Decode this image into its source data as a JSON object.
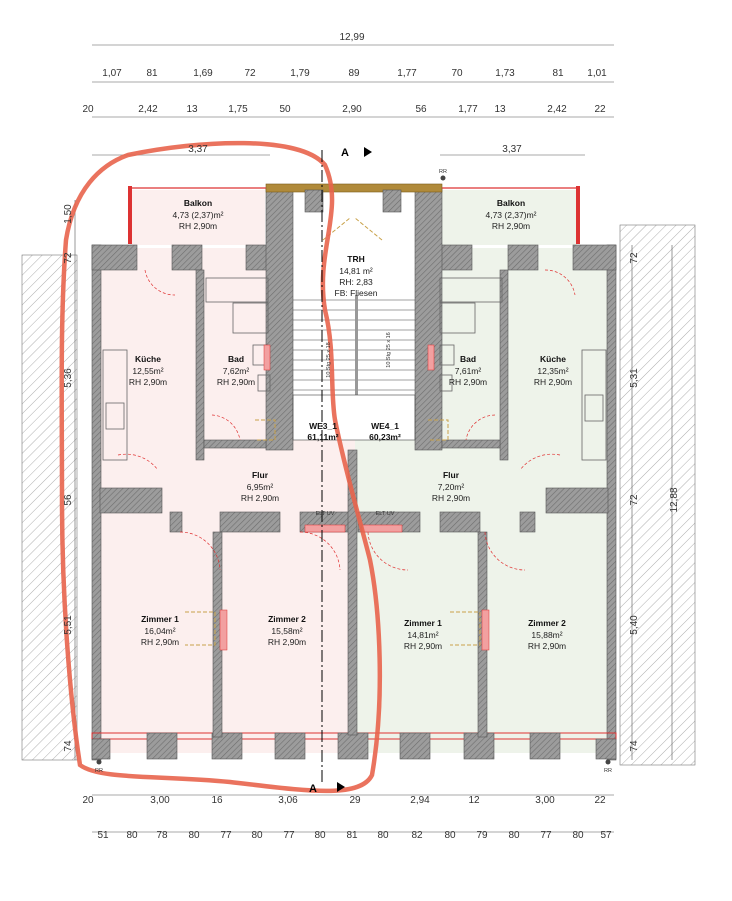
{
  "dimensions": {
    "total_width": "12,99",
    "row1": [
      "1,07",
      "81",
      "1,69",
      "72",
      "1,79",
      "89",
      "1,77",
      "70",
      "1,73",
      "81",
      "1,01"
    ],
    "row2": [
      "20",
      "2,42",
      "13",
      "1,75",
      "50",
      "2,90",
      "56",
      "1,77",
      "13",
      "2,42",
      "22"
    ],
    "balcony_left": "3,37",
    "balcony_right": "3,37",
    "bottom_row1": [
      "20",
      "3,00",
      "16",
      "3,06",
      "29",
      "2,94",
      "12",
      "3,00",
      "22"
    ],
    "bottom_row2": [
      "51",
      "80",
      "78",
      "80",
      "77",
      "80",
      "77",
      "80",
      "81",
      "80",
      "82",
      "80",
      "79",
      "80",
      "77",
      "80",
      "57"
    ],
    "left_vertical": [
      "1,50",
      "72",
      "5,36",
      "56",
      "5,51",
      "74"
    ],
    "right_vertical": [
      "72",
      "5,31",
      "72",
      "5,40",
      "74"
    ],
    "right_total": "12,88"
  },
  "rooms_left": {
    "balkon": {
      "name": "Balkon",
      "area": "4,73 (2,37)m²",
      "rh": "RH 2,90m"
    },
    "kueche": {
      "name": "Küche",
      "area": "12,55m²",
      "rh": "RH 2,90m"
    },
    "bad": {
      "name": "Bad",
      "area": "7,62m²",
      "rh": "RH 2,90m"
    },
    "flur": {
      "name": "Flur",
      "area": "6,95m²",
      "rh": "RH 2,90m"
    },
    "zimmer1": {
      "name": "Zimmer 1",
      "area": "16,04m²",
      "rh": "RH 2,90m"
    },
    "zimmer2": {
      "name": "Zimmer 2",
      "area": "15,58m²",
      "rh": "RH 2,90m"
    },
    "unit": {
      "name": "WE3_1",
      "area": "61,11m²"
    }
  },
  "rooms_right": {
    "balkon": {
      "name": "Balkon",
      "area": "4,73 (2,37)m²",
      "rh": "RH 2,90m"
    },
    "kueche": {
      "name": "Küche",
      "area": "12,35m²",
      "rh": "RH 2,90m"
    },
    "bad": {
      "name": "Bad",
      "area": "7,61m²",
      "rh": "RH 2,90m"
    },
    "flur": {
      "name": "Flur",
      "area": "7,20m²",
      "rh": "RH 2,90m"
    },
    "zimmer1": {
      "name": "Zimmer 1",
      "area": "14,81m²",
      "rh": "RH 2,90m"
    },
    "zimmer2": {
      "name": "Zimmer 2",
      "area": "15,88m²",
      "rh": "RH 2,90m"
    },
    "unit": {
      "name": "WE4_1",
      "area": "60,23m²"
    }
  },
  "stair": {
    "name": "TRH",
    "area": "14,81 m²",
    "rh": "RH: 2,83",
    "floor": "FB: Fliesen",
    "step_left": "10 Stg 25 x 18",
    "step_right": "10 Stg 25 x 16"
  },
  "section": {
    "top": "A",
    "bottom": "A"
  },
  "markers": {
    "rr": "RR",
    "elt": "ELT UV"
  },
  "colors": {
    "highlight": "#e8644c",
    "left_fill": "#fcefee",
    "right_fill": "#eef3ea",
    "wall": "#8c8c8c",
    "door": "#e03030",
    "window": "#c9a24a"
  }
}
